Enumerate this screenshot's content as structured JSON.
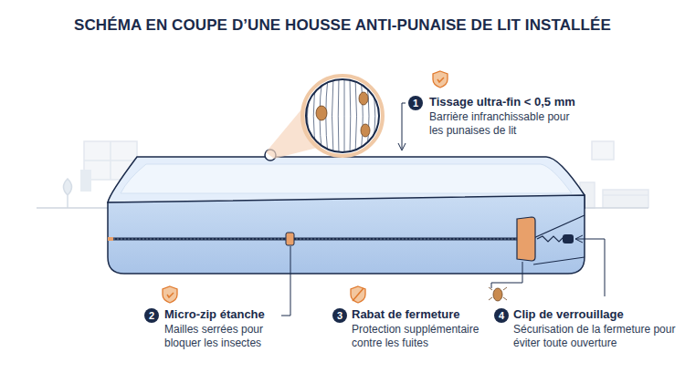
{
  "diagram": {
    "title": "SCHÉMA EN COUPE D’UNE HOUSSE ANTI-PUNAISE DE LIT INSTALLÉE",
    "labels": [
      "1",
      "Tissage ultra-fin < 0,5 mm",
      "Barrière infranchissable pour les punaises de lit",
      "2",
      "Micro-zip étanche",
      "Mailles serrées pour bloquer les insectes",
      "3",
      "Rabat de fermeture",
      "Protection supplémentaire contre les fuites",
      "4",
      "Clip de verrouillage",
      "Sécurisation de la fermeture pour éviter toute ouverture"
    ]
  }
}
